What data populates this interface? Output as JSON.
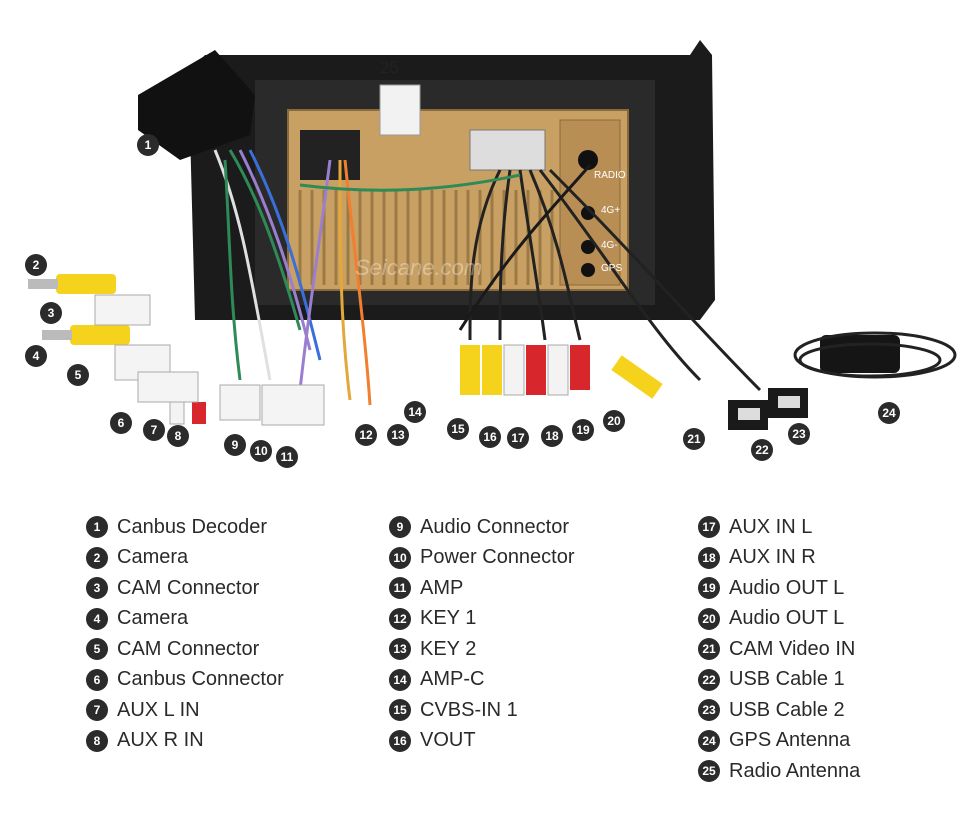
{
  "diagram": {
    "radio_antenna_marker": "25",
    "watermark": "Seicane.com",
    "panel_labels": {
      "radio": "RADIO",
      "fourg_plus": "4G+",
      "fourg_minus": "4G-",
      "gps": "GPS"
    },
    "callouts": [
      "1",
      "2",
      "3",
      "4",
      "5",
      "6",
      "7",
      "8",
      "9",
      "10",
      "11",
      "12",
      "13",
      "14",
      "15",
      "16",
      "17",
      "18",
      "19",
      "20",
      "21",
      "22",
      "23",
      "24"
    ]
  },
  "legend": {
    "columns": [
      [
        {
          "num": "1",
          "label": "Canbus Decoder"
        },
        {
          "num": "2",
          "label": "Camera"
        },
        {
          "num": "3",
          "label": "CAM Connector"
        },
        {
          "num": "4",
          "label": "Camera"
        },
        {
          "num": "5",
          "label": "CAM Connector"
        },
        {
          "num": "6",
          "label": "Canbus Connector"
        },
        {
          "num": "7",
          "label": "AUX L IN"
        },
        {
          "num": "8",
          "label": "AUX R IN"
        }
      ],
      [
        {
          "num": "9",
          "label": "Audio Connector"
        },
        {
          "num": "10",
          "label": "Power Connector"
        },
        {
          "num": "11",
          "label": "AMP"
        },
        {
          "num": "12",
          "label": "KEY 1"
        },
        {
          "num": "13",
          "label": "KEY 2"
        },
        {
          "num": "14",
          "label": "AMP-C"
        },
        {
          "num": "15",
          "label": "CVBS-IN 1"
        },
        {
          "num": "16",
          "label": "VOUT"
        }
      ],
      [
        {
          "num": "17",
          "label": "AUX IN L"
        },
        {
          "num": "18",
          "label": "AUX IN R"
        },
        {
          "num": "19",
          "label": "Audio OUT L"
        },
        {
          "num": "20",
          "label": "Audio OUT L"
        },
        {
          "num": "21",
          "label": "CAM Video IN"
        },
        {
          "num": "22",
          "label": "USB Cable 1"
        },
        {
          "num": "23",
          "label": "USB Cable 2"
        },
        {
          "num": "24",
          "label": "GPS Antenna"
        },
        {
          "num": "25",
          "label": "Radio Antenna"
        }
      ]
    ]
  }
}
